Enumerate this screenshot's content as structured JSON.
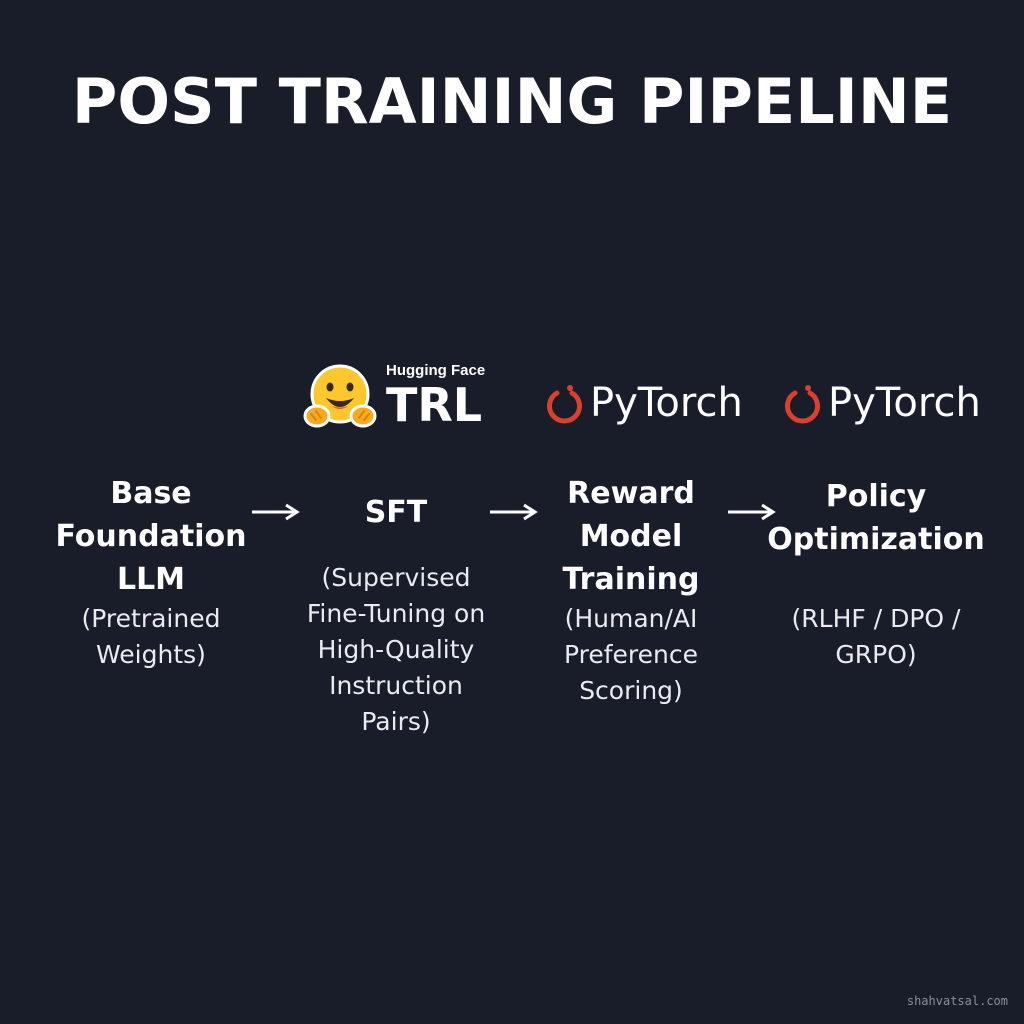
{
  "title": "POST TRAINING PIPELINE",
  "logos": {
    "trl": {
      "small_text": "Hugging Face",
      "big_text": "TRL",
      "icon": "hugging-face-emoji-icon"
    },
    "pytorch_1": {
      "text": "PyTorch",
      "icon": "pytorch-flame-icon"
    },
    "pytorch_2": {
      "text": "PyTorch",
      "icon": "pytorch-flame-icon"
    }
  },
  "stages": [
    {
      "title_lines": [
        "Base",
        "Foundation",
        "LLM"
      ],
      "desc_lines": [
        "(Pretrained",
        "Weights)"
      ]
    },
    {
      "title_lines": [
        "SFT"
      ],
      "desc_lines": [
        "(Supervised",
        "Fine-Tuning on",
        "High-Quality",
        "Instruction",
        "Pairs)"
      ]
    },
    {
      "title_lines": [
        "Reward",
        "Model",
        "Training"
      ],
      "desc_lines": [
        "(Human/AI",
        "Preference",
        "Scoring)"
      ]
    },
    {
      "title_lines": [
        "Policy",
        "Optimization"
      ],
      "desc_lines": [
        "(RLHF / DPO /",
        "GRPO)"
      ]
    }
  ],
  "arrow_icon": "right-arrow-icon",
  "watermark": "shahvatsal.com",
  "colors": {
    "background": "#181d29",
    "text": "#ffffff",
    "pytorch_accent": "#d9412e",
    "hugging_face_yellow": "#fdc72d"
  }
}
